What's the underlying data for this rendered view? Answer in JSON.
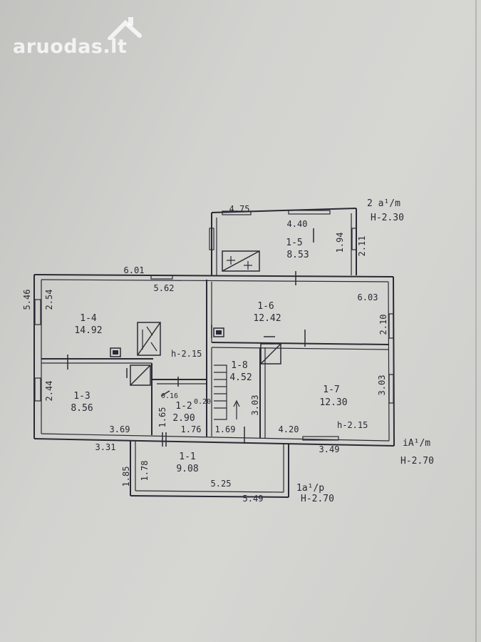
{
  "watermark": {
    "text": "aruodas.lt"
  },
  "colors": {
    "ink": "#2a2a35",
    "paper": "#d3d3d0",
    "watermark": "#ffffff"
  },
  "floor_labels": {
    "upper": {
      "line1": "2 a¹/m",
      "line2": "H-2.30"
    },
    "main": {
      "line1": "iA¹/m",
      "line2": "H-2.70"
    },
    "porch": {
      "line1": "1a¹/p",
      "line2": "H-2.70"
    }
  },
  "rooms": [
    {
      "id": "1-1",
      "area": "9.08"
    },
    {
      "id": "1-2",
      "area": "2.90"
    },
    {
      "id": "1-3",
      "area": "8.56"
    },
    {
      "id": "1-4",
      "area": "14.92"
    },
    {
      "id": "1-5",
      "area": "8.53"
    },
    {
      "id": "1-6",
      "area": "12.42"
    },
    {
      "id": "1-7",
      "area": "12.30"
    },
    {
      "id": "1-8",
      "area": "4.52"
    }
  ],
  "heights": {
    "room4": "h-2.15",
    "room7": "h-2.15"
  },
  "dimensions": {
    "d475": "4.75",
    "d440": "4.40",
    "d194": "1.94",
    "d211": "2.11",
    "d601": "6.01",
    "d562": "5.62",
    "d546": "5.46",
    "d254": "2.54",
    "d603": "6.03",
    "d210": "2.10",
    "d303a": "3.03",
    "d303b": "3.03",
    "d244": "2.44",
    "d369": "3.69",
    "d331": "3.31",
    "d165": "1.65",
    "d176": "1.76",
    "d169": "1.69",
    "d420": "4.20",
    "d349": "3.49",
    "d185": "1.85",
    "d178": "1.78",
    "d525": "5.25",
    "d549": "5.49",
    "d016": "0.16",
    "d020": "0.20"
  }
}
